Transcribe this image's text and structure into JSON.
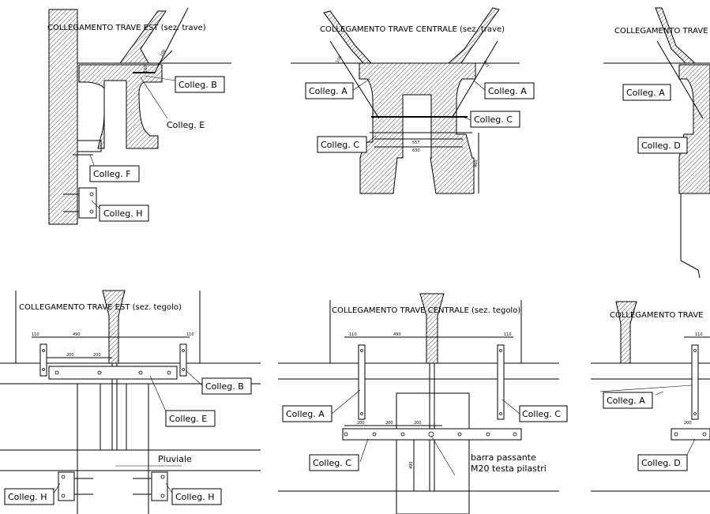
{
  "titles": {
    "p1": "COLLEGAMENTO TRAVE EST (sez. trave)",
    "p2": "COLLEGAMENTO TRAVE CENTRALE (sez. trave)",
    "p3": "COLLEGAMENTO TRAVE",
    "p4": "COLLEGAMENTO TRAVE EST (sez. tegolo)",
    "p5": "COLLEGAMENTO TRAVE CENTRALE (sez. tegolo)",
    "p6": "COLLEGAMENTO TRAVE"
  },
  "labels": {
    "a": "Colleg. A",
    "b": "Colleg. B",
    "c": "Colleg. C",
    "d": "Colleg. D",
    "e": "Colleg. E",
    "f": "Colleg. F",
    "h": "Colleg. H",
    "pluviale": "Pluviale",
    "barra1": "barra passante",
    "barra2": "M20 testa pilastri"
  },
  "dims": {
    "d100": "100",
    "d557": "557",
    "d630": "630",
    "d460": "460",
    "d110": "110",
    "d490": "490",
    "d200": "200",
    "d160": "160"
  },
  "colors": {
    "line": "#000000",
    "background": "#ffffff"
  }
}
